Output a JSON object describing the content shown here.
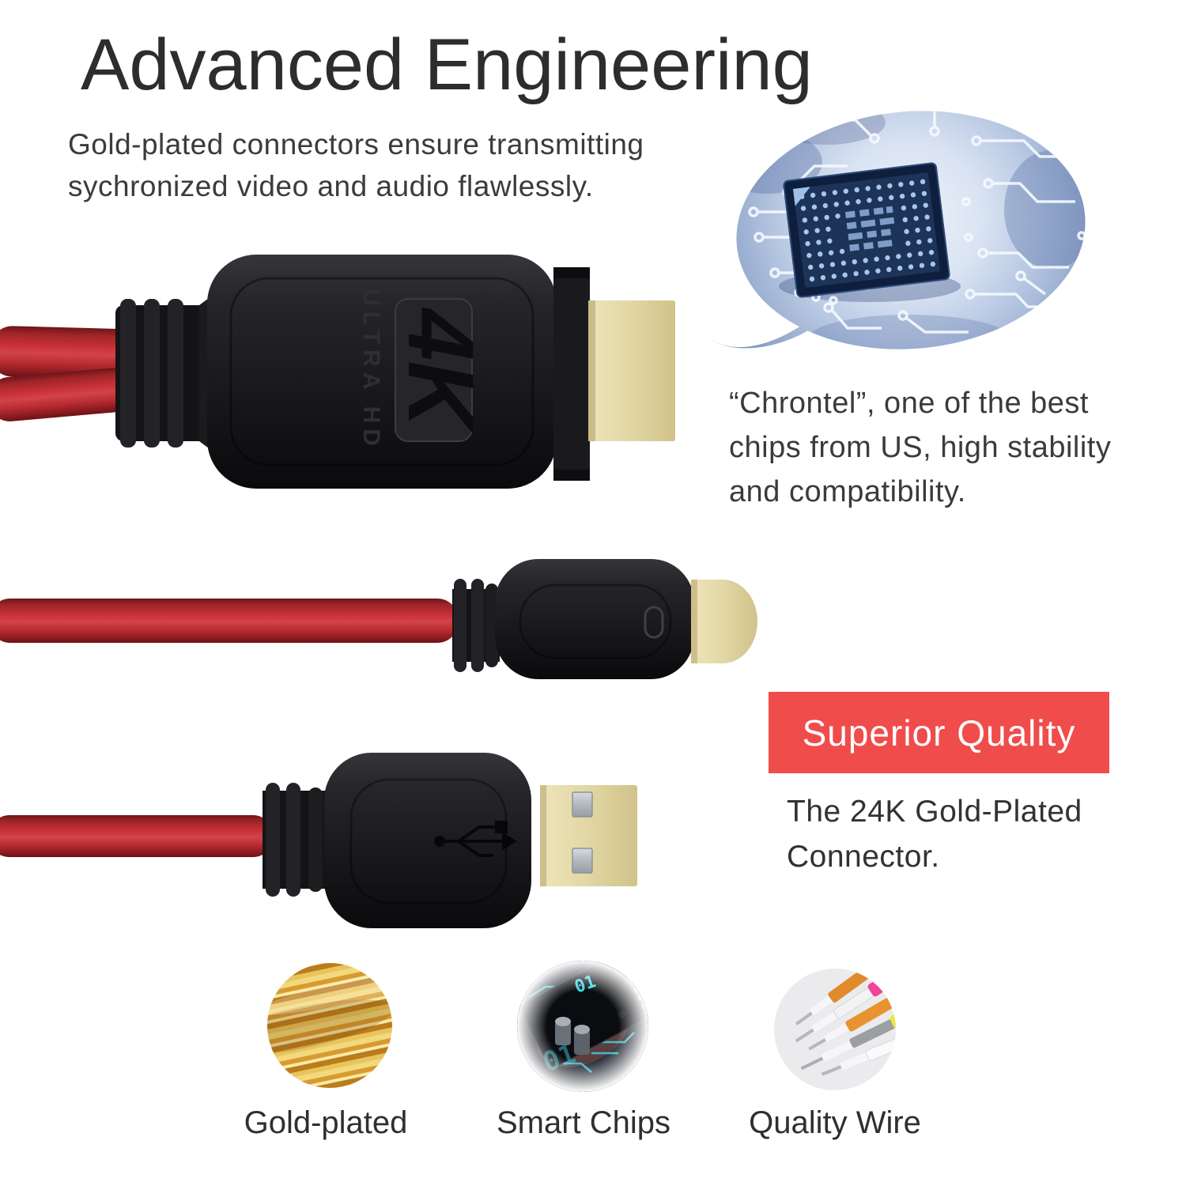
{
  "heading": {
    "title": "Advanced Engineering",
    "lines": [
      "Gold-plated connectors ensure transmitting",
      "sychronized video and audio flawlessly."
    ]
  },
  "chip_callout": {
    "lines": [
      "“Chrontel”, one of the best",
      "chips from US, high stability",
      "and compatibility."
    ]
  },
  "superior": {
    "title": "Superior Quality",
    "lines": [
      "The 24K Gold-Plated",
      "Connector."
    ],
    "accent_color": "#f04c4c"
  },
  "connectors": {
    "hdmi": {
      "badge": "4K",
      "badge_sub": "ULTRA HD",
      "type": "4K Ultra HD HDMI plug"
    },
    "usb_c": {
      "type": "USB-C plug"
    },
    "usb_a": {
      "type": "USB-A plug"
    }
  },
  "features": [
    {
      "label": "Gold-plated",
      "icon": "gold-wires-photo"
    },
    {
      "label": "Smart Chips",
      "icon": "circuit-chip-photo",
      "chip_digits": "01"
    },
    {
      "label": "Quality Wire",
      "icon": "stripped-wires-photo"
    }
  ],
  "colors": {
    "cable_red": "#bf3136",
    "connector_black": "#1a1a1d",
    "gold": "#e2d6a2",
    "accent_red": "#f04c4c",
    "bubble_blue": "#a9bcda"
  }
}
